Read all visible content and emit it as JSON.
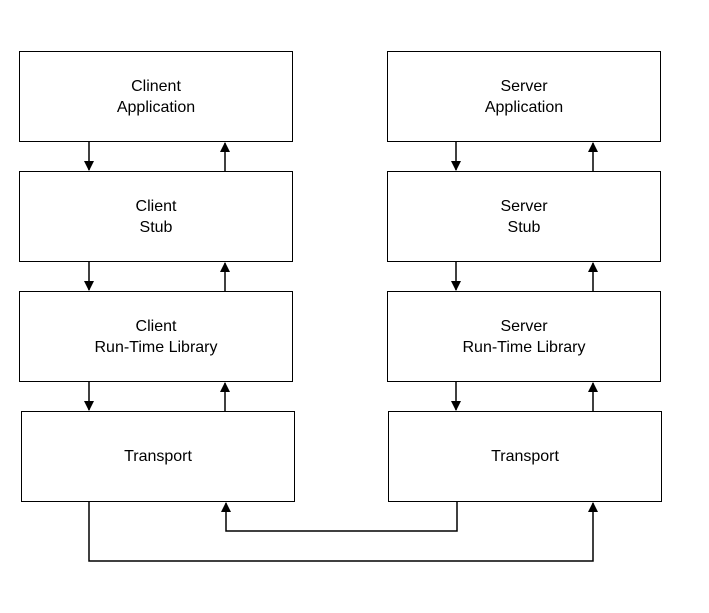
{
  "client": {
    "application": "Clinent\nApplication",
    "stub": "Client\nStub",
    "runtime": "Client\nRun-Time Library",
    "transport": "Transport"
  },
  "server": {
    "application": "Server\nApplication",
    "stub": "Server\nStub",
    "runtime": "Server\nRun-Time Library",
    "transport": "Transport"
  },
  "colors": {
    "stroke": "#000000",
    "box_fill": "#ffffff"
  }
}
